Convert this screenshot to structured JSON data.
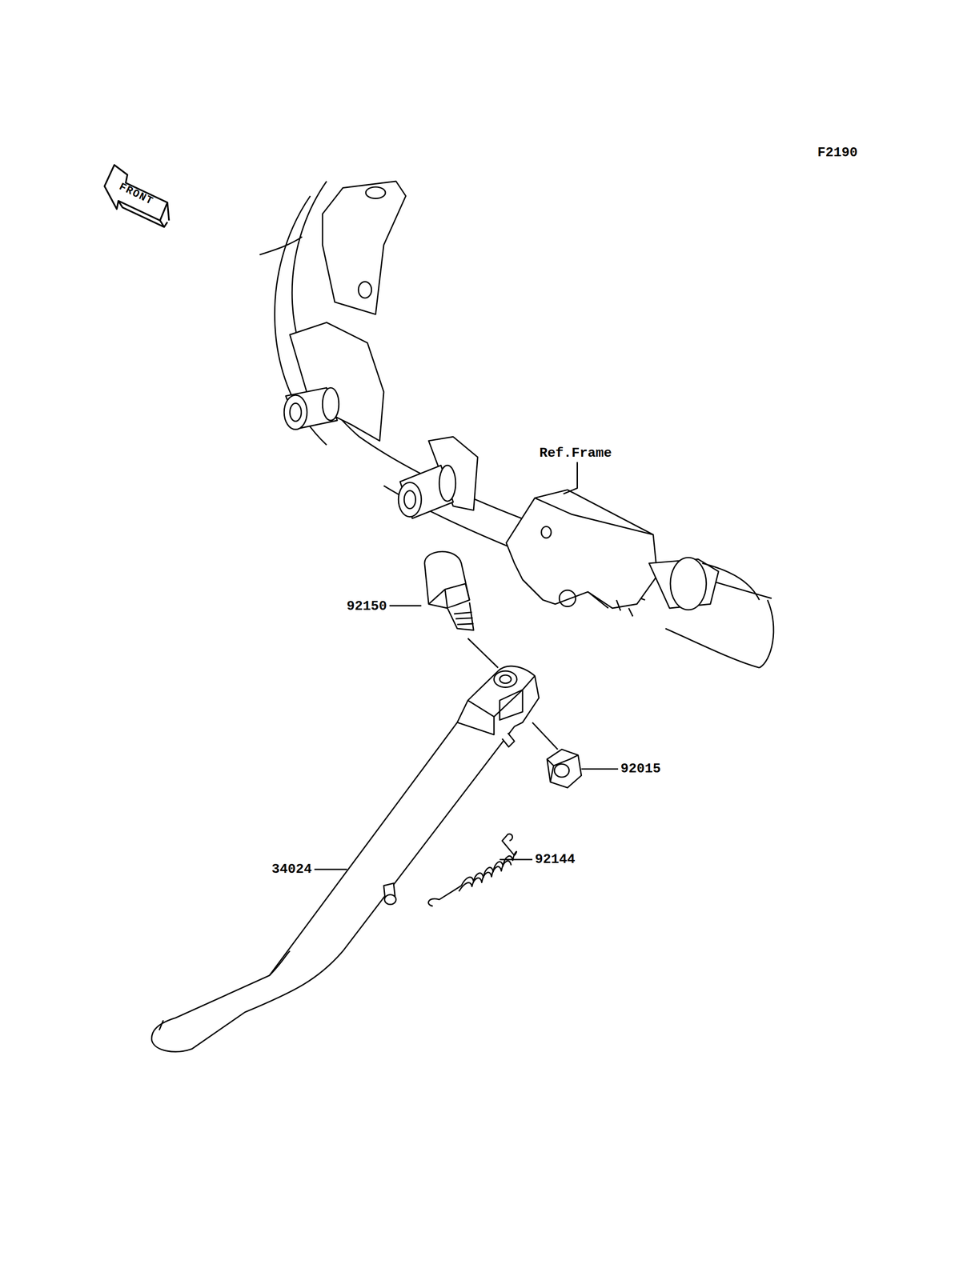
{
  "diagram": {
    "labels": [
      "F2190",
      "FRONT",
      "Ref.Frame",
      "92150",
      "92015",
      "34024",
      "92144"
    ]
  }
}
